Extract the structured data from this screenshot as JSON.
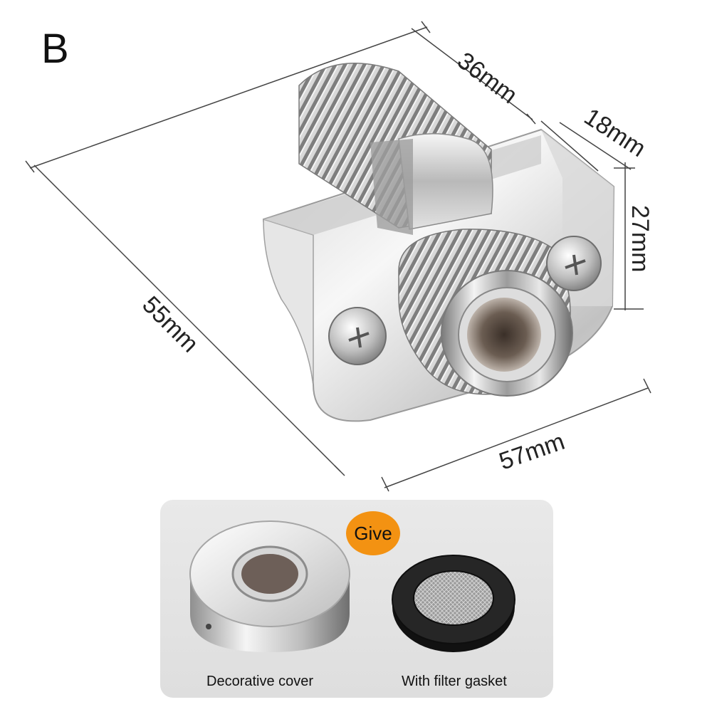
{
  "product": {
    "variant_letter": "B",
    "dimensions": {
      "length": "55mm",
      "width": "57mm",
      "thread_length": "36mm",
      "bracket_depth": "18mm",
      "height": "27mm"
    }
  },
  "gift_section": {
    "badge": "Give",
    "items": [
      {
        "label": "Decorative cover",
        "icon": "decorative-cover-ring-icon"
      },
      {
        "label": "With filter gasket",
        "icon": "filter-gasket-icon"
      }
    ]
  },
  "colors": {
    "badge_orange": "#f39212",
    "panel_grey": "#e4e4e4",
    "chrome_light": "#f2f2f2",
    "chrome_dark": "#6d6d6d",
    "gasket_black": "#1c1c1c",
    "dimension_line": "#444444"
  }
}
